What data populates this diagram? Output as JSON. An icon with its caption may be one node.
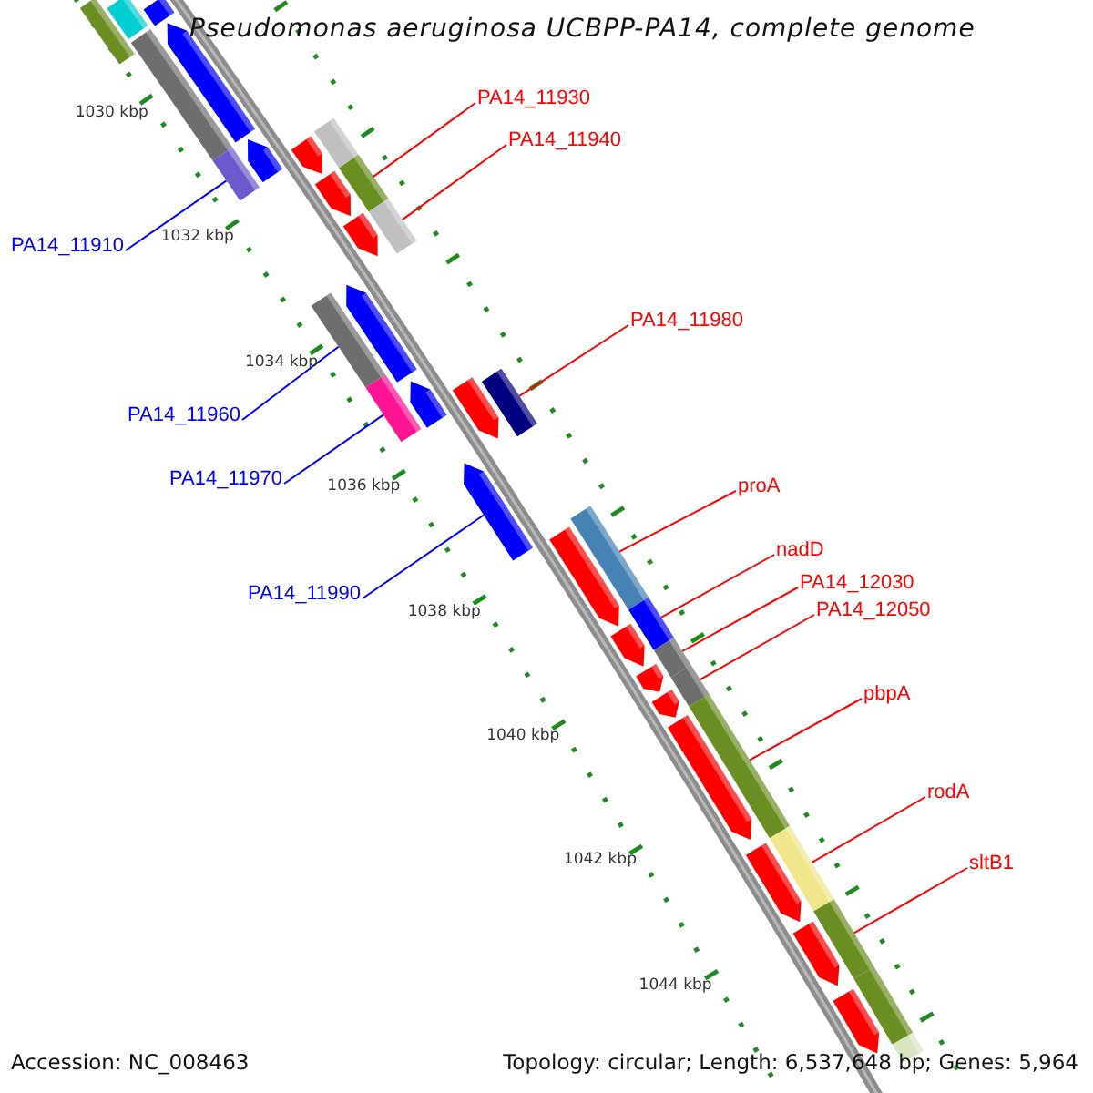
{
  "diagram": {
    "title": "Pseudomonas aeruginosa UCBPP-PA14, complete genome",
    "nodes": [
      {
        "text": [
          "PA14_11930"
        ]
      },
      {
        "text": [
          "PA14_11940"
        ]
      },
      {
        "text": [
          "PA14_11910"
        ]
      },
      {
        "text": [
          "PA14_11980"
        ]
      },
      {
        "text": [
          "PA14_11960"
        ]
      },
      {
        "text": [
          "PA14_11970"
        ]
      },
      {
        "text": [
          "proA"
        ]
      },
      {
        "text": [
          "nadD"
        ]
      },
      {
        "text": [
          "PA14_12030"
        ]
      },
      {
        "text": [
          "PA14_11990"
        ]
      },
      {
        "text": [
          "PA14_12050"
        ]
      },
      {
        "text": [
          "pbpA"
        ]
      },
      {
        "text": [
          "rodA"
        ]
      },
      {
        "text": [
          "sltB1"
        ]
      },
      {
        "text": [],
        "shape": "box"
      },
      {
        "text": [],
        "shape": "box"
      },
      {
        "text": [],
        "shape": "box"
      },
      {
        "text": [],
        "shape": "pentagon"
      },
      {
        "text": [],
        "shape": "box"
      },
      {
        "text": [],
        "shape": "box"
      },
      {
        "text": [],
        "shape": "pentagon"
      },
      {
        "text": [],
        "shape": "pentagon"
      },
      {
        "text": [],
        "shape": "box"
      },
      {
        "text": [],
        "shape": "box"
      },
      {
        "text": [],
        "shape": "pentagon"
      },
      {
        "text": [],
        "shape": "box"
      },
      {
        "text": [],
        "shape": "pentagon"
      },
      {
        "text": [],
        "shape": "pentagon"
      },
      {
        "text": [],
        "shape": "box"
      },
      {
        "text": [],
        "shape": "box"
      },
      {
        "text": [],
        "shape": "pentagon"
      },
      {
        "text": [],
        "shape": "pentagon"
      },
      {
        "text": [],
        "shape": "box"
      },
      {
        "text": [],
        "shape": "pentagon"
      },
      {
        "text": [],
        "shape": "box"
      },
      {
        "text": [],
        "shape": "pentagon"
      },
      {
        "text": [],
        "shape": "box"
      },
      {
        "text": [],
        "shape": "pentagon"
      },
      {
        "text": [],
        "shape": "box"
      },
      {
        "text": [],
        "shape": "pentagon"
      },
      {
        "text": [],
        "shape": "box"
      },
      {
        "text": [],
        "shape": "pentagon"
      },
      {
        "text": [],
        "shape": "box"
      },
      {
        "text": [],
        "shape": "pentagon"
      },
      {
        "text": [],
        "shape": "box"
      },
      {
        "text": [],
        "shape": "pentagon"
      },
      {
        "text": [],
        "shape": "box"
      },
      {
        "text": [],
        "shape": "pentagon"
      },
      {
        "text": [],
        "shape": "box"
      },
      {
        "text": [],
        "shape": "pentagon"
      },
      {
        "text": [],
        "shape": "box"
      }
    ],
    "edges": [
      {
        "from": 0,
        "to": 23,
        "arrow": "none"
      },
      {
        "from": 1,
        "to": 25,
        "arrow": "none"
      },
      {
        "from": 2,
        "to": 22,
        "arrow": "none",
        "color": "#0000ff"
      },
      {
        "from": 3,
        "to": 29,
        "arrow": "none"
      },
      {
        "from": 4,
        "to": 28,
        "arrow": "none",
        "color": "#0000ff"
      },
      {
        "from": 5,
        "to": 32,
        "arrow": "none",
        "color": "#0000ff"
      },
      {
        "from": 6,
        "to": 34,
        "arrow": "none"
      },
      {
        "from": 7,
        "to": 36,
        "arrow": "none"
      },
      {
        "from": 8,
        "to": 38,
        "arrow": "none"
      },
      {
        "from": 9,
        "to": 33,
        "arrow": "none",
        "color": "#0000ff"
      },
      {
        "from": 10,
        "to": 40,
        "arrow": "none"
      },
      {
        "from": 11,
        "to": 42,
        "arrow": "none"
      },
      {
        "from": 12,
        "to": 44,
        "arrow": "none"
      },
      {
        "from": 13,
        "to": 46,
        "arrow": "none"
      }
    ],
    "labels": [
      "1030 kbp",
      "1032 kbp",
      "1034 kbp",
      "1036 kbp",
      "1038 kbp",
      "1040 kbp",
      "1042 kbp",
      "1044 kbp",
      "Accession: NC_008463",
      "Topology: circular; Length: 6,537,648 bp; Genes: 5,964"
    ]
  }
}
